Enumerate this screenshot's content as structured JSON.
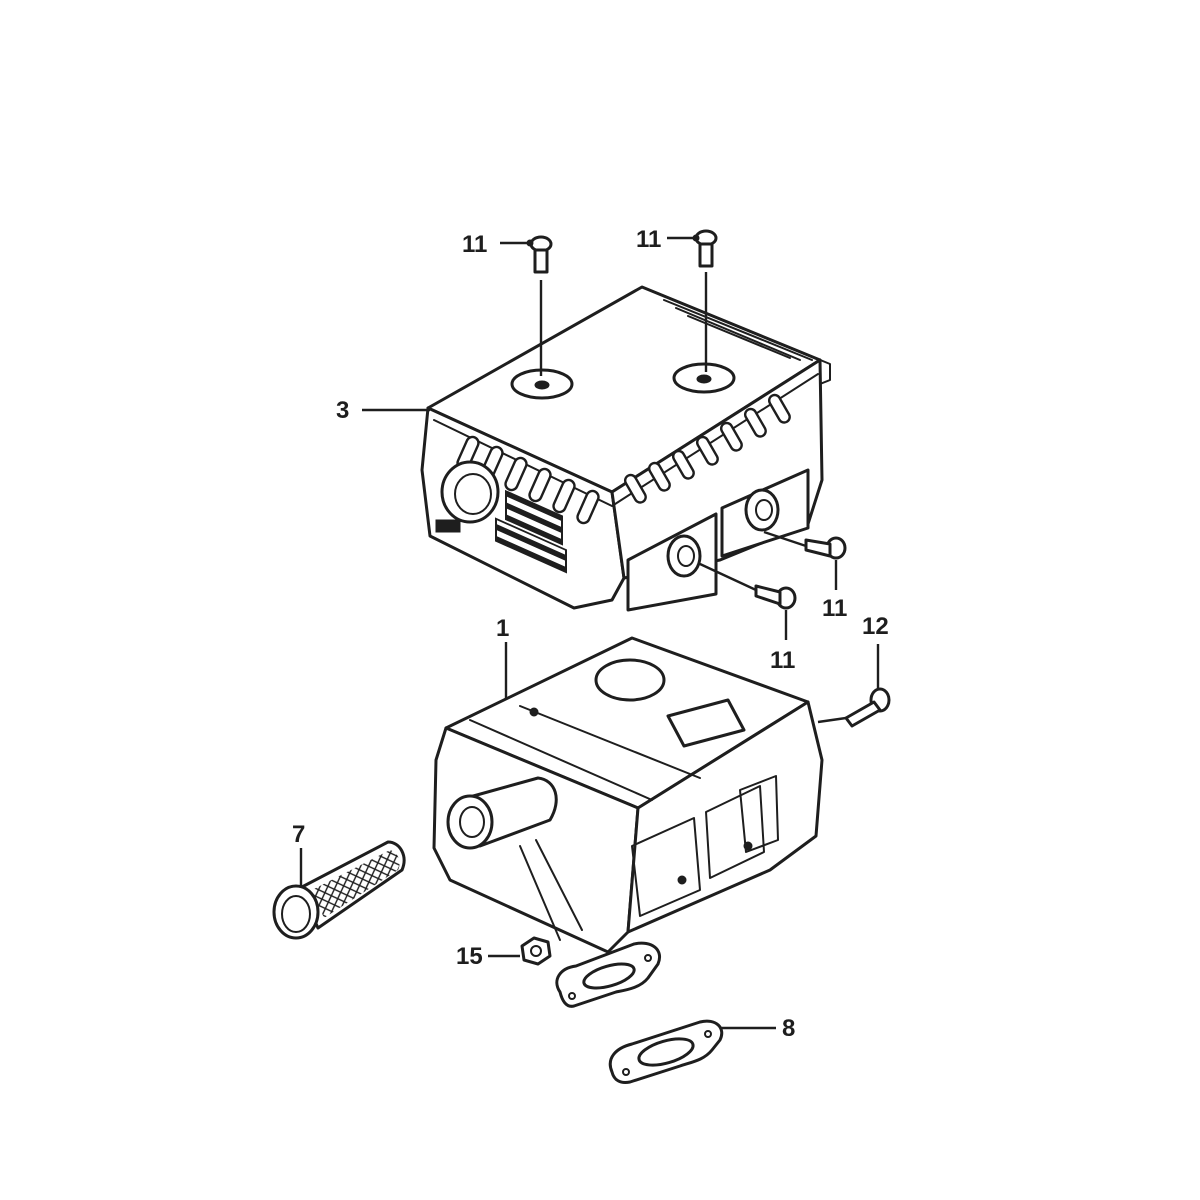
{
  "diagram": {
    "type": "exploded-parts-diagram",
    "colors": {
      "line": "#1e1e1e",
      "background": "#ffffff"
    },
    "callouts": [
      {
        "id": "c1",
        "text": "1"
      },
      {
        "id": "c3",
        "text": "3"
      },
      {
        "id": "c7",
        "text": "7"
      },
      {
        "id": "c8",
        "text": "8"
      },
      {
        "id": "c11a",
        "text": "11"
      },
      {
        "id": "c11b",
        "text": "11"
      },
      {
        "id": "c11c",
        "text": "11"
      },
      {
        "id": "c11d",
        "text": "11"
      },
      {
        "id": "c12",
        "text": "12"
      },
      {
        "id": "c15",
        "text": "15"
      }
    ]
  }
}
